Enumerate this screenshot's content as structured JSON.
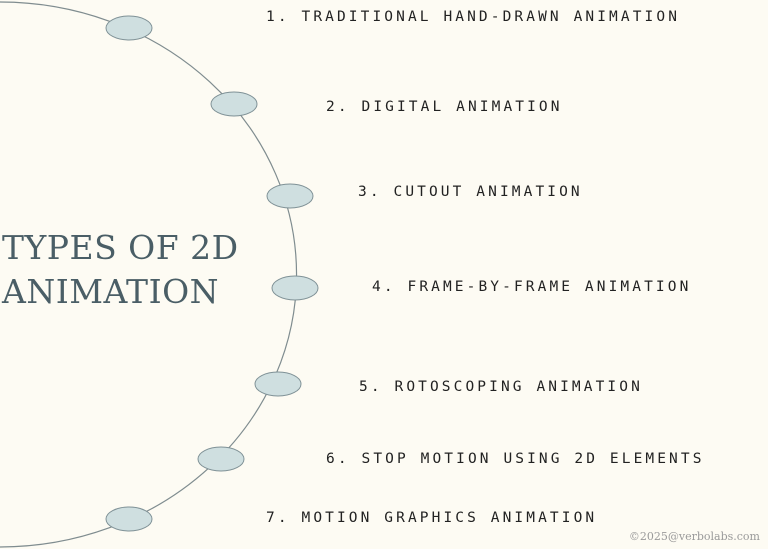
{
  "title": {
    "line1": "TYPES OF 2D",
    "line2": "ANIMATION"
  },
  "colors": {
    "background": "#fdfbf3",
    "node_fill": "#cfdfe0",
    "node_stroke": "#7f9196",
    "arc": "#7f8c8f",
    "title": "#4a5e66",
    "text": "#222222"
  },
  "items": [
    {
      "label": "1. TRADITIONAL HAND-DRAWN ANIMATION"
    },
    {
      "label": "2. DIGITAL ANIMATION"
    },
    {
      "label": "3. CUTOUT ANIMATION"
    },
    {
      "label": "4. FRAME-BY-FRAME ANIMATION"
    },
    {
      "label": "5. ROTOSCOPING ANIMATION"
    },
    {
      "label": "6. STOP MOTION USING 2D ELEMENTS"
    },
    {
      "label": "7. MOTION GRAPHICS ANIMATION"
    }
  ],
  "footer": {
    "credit": "©2025@verbolabs.com"
  }
}
